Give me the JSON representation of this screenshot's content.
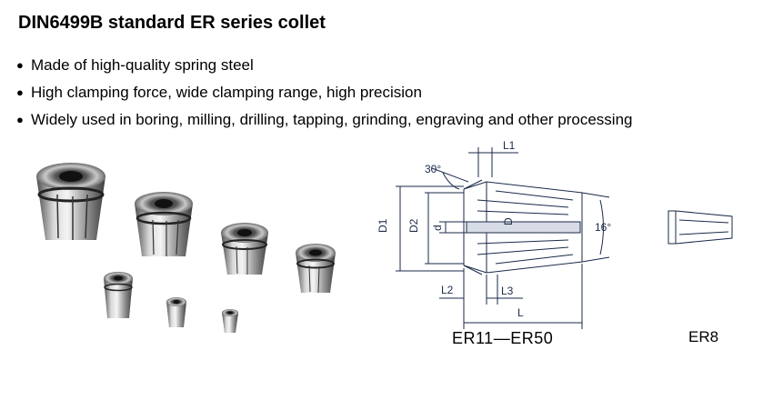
{
  "title": "DIN6499B standard ER series collet",
  "bullet_symbol": "●",
  "bullets": [
    "Made of high-quality spring steel",
    "High clamping force, wide clamping range, high precision",
    "Widely used in boring, milling, drilling, tapping, grinding, engraving and other processing"
  ],
  "drawing": {
    "angle_top": "30°",
    "angle_side": "16°",
    "dims": {
      "L1": "L1",
      "L2": "L2",
      "L3": "L3",
      "L": "L",
      "D1": "D1",
      "D2": "D2",
      "d": "d",
      "D": "D"
    },
    "caption_main": "ER11—ER50",
    "caption_small": "ER8"
  }
}
